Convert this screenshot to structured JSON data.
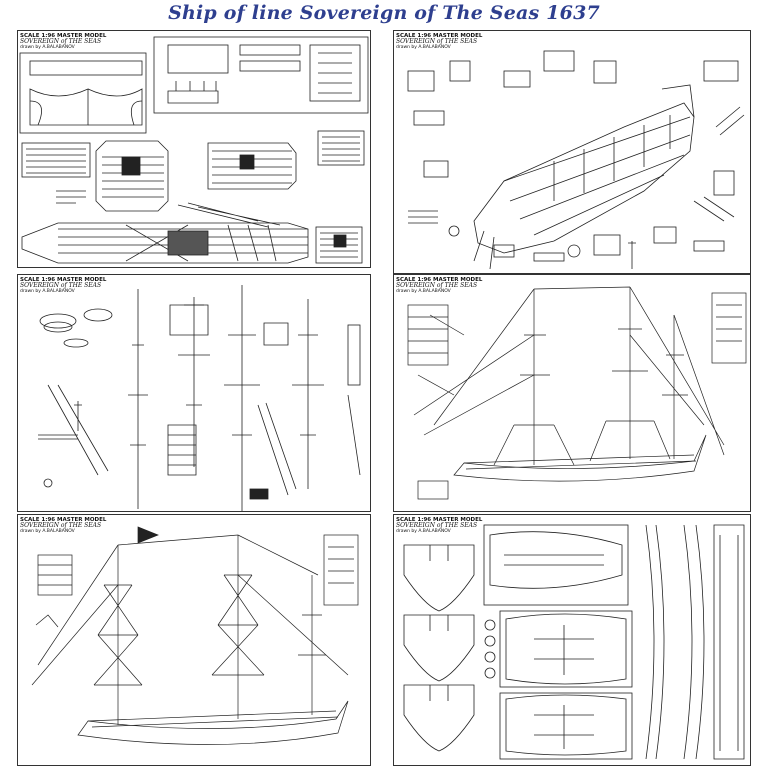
{
  "page": {
    "title": "Ship of line Sovereign of The Seas 1637"
  },
  "colors": {
    "title": "#2e3f8f",
    "line": "#222222",
    "background": "#ffffff"
  },
  "sheets": [
    {
      "id": "sheet-1",
      "content": "deck-and-hull-parts",
      "stamp": {
        "scale": "SCALE 1:96",
        "maker": "MASTER MODEL",
        "name": "SOVEREIGN of THE SEAS",
        "author": "drawn by A.BALABANOV"
      }
    },
    {
      "id": "sheet-2",
      "content": "hull-assembly-perspective",
      "stamp": {
        "scale": "SCALE 1:96",
        "maker": "MASTER MODEL",
        "name": "SOVEREIGN of THE SEAS",
        "author": "drawn by A.BALABANOV"
      }
    },
    {
      "id": "sheet-3",
      "content": "masts-and-spars",
      "stamp": {
        "scale": "SCALE 1:96",
        "maker": "MASTER MODEL",
        "name": "SOVEREIGN of THE SEAS",
        "author": "drawn by A.BALABANOV"
      }
    },
    {
      "id": "sheet-4",
      "content": "standing-rigging-profile",
      "stamp": {
        "scale": "SCALE 1:96",
        "maker": "MASTER MODEL",
        "name": "SOVEREIGN of THE SEAS",
        "author": "drawn by A.BALABANOV"
      }
    },
    {
      "id": "sheet-5",
      "content": "running-rigging-profile",
      "stamp": {
        "scale": "SCALE 1:96",
        "maker": "MASTER MODEL",
        "name": "SOVEREIGN of THE SEAS",
        "author": "drawn by A.BALABANOV"
      }
    },
    {
      "id": "sheet-6",
      "content": "frame-templates",
      "stamp": {
        "scale": "SCALE 1:96",
        "maker": "MASTER MODEL",
        "name": "SOVEREIGN of THE SEAS",
        "author": "drawn by A.BALABANOV"
      }
    }
  ]
}
